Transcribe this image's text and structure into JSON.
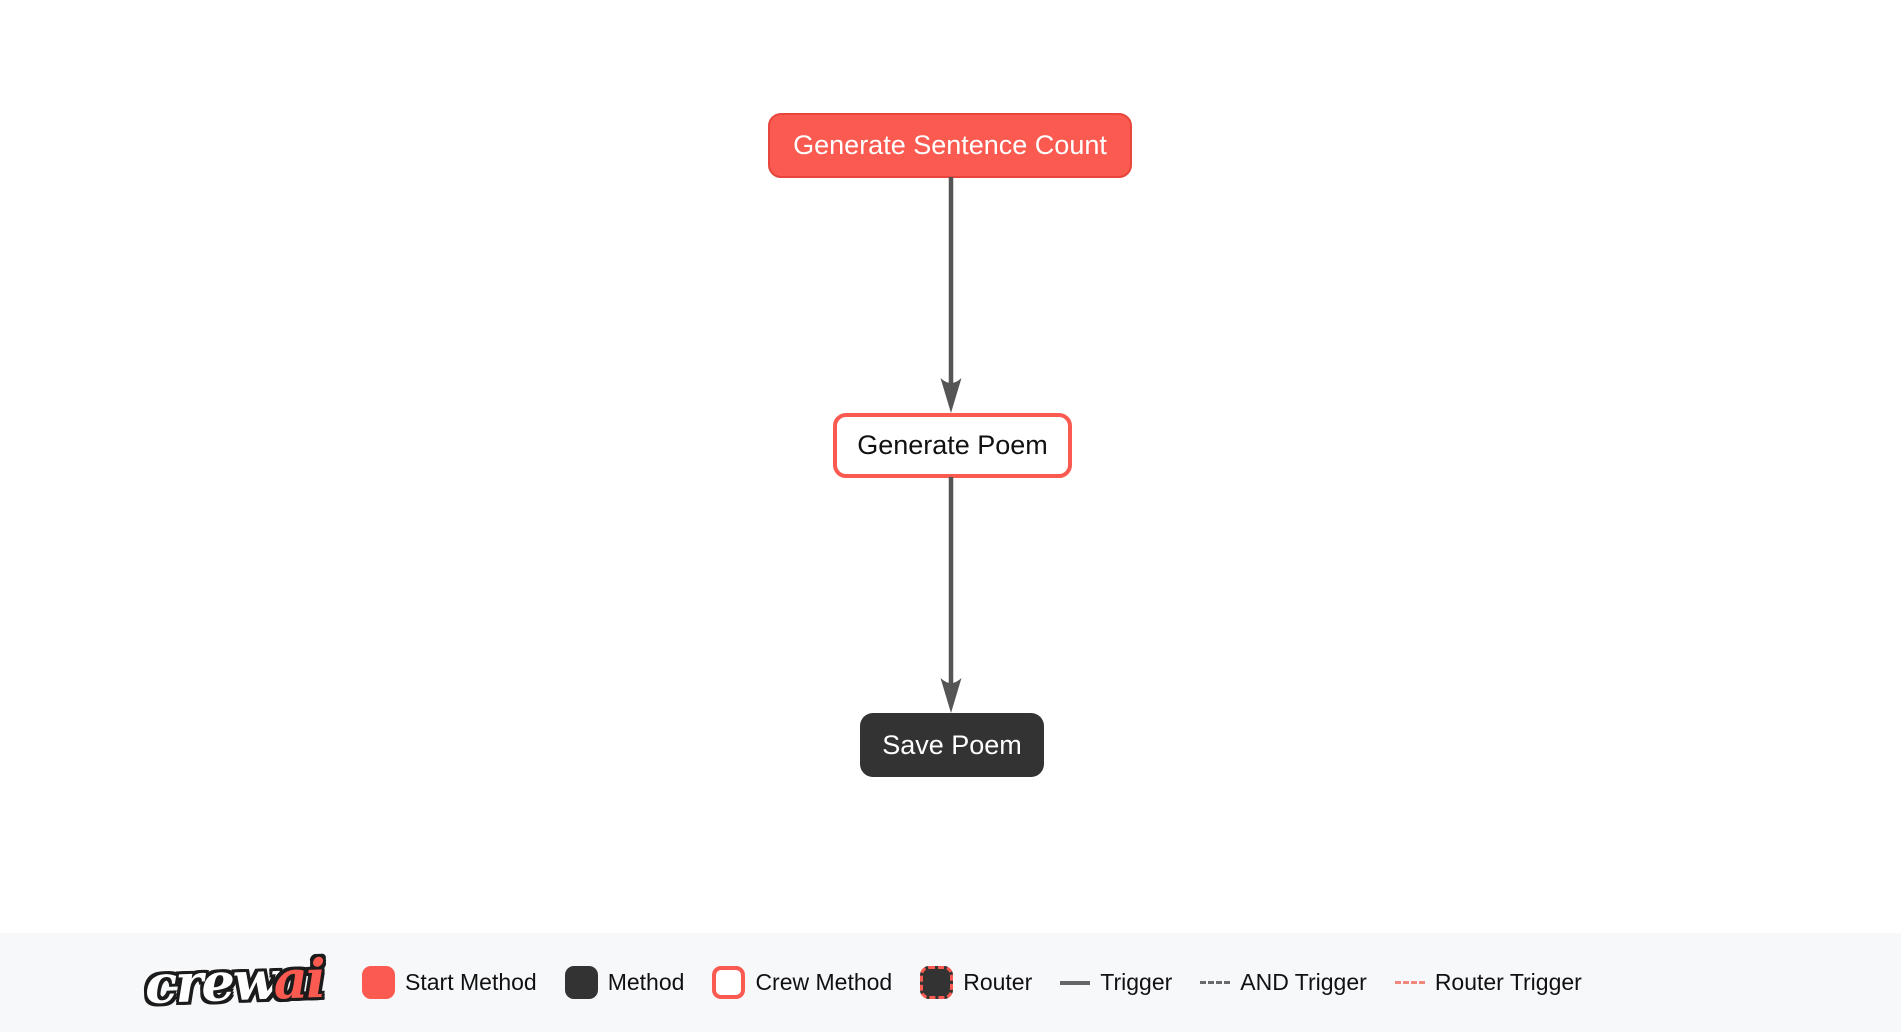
{
  "diagram": {
    "nodes": [
      {
        "label": "Generate Sentence Count",
        "type": "start-method"
      },
      {
        "label": "Generate Poem",
        "type": "crew-method"
      },
      {
        "label": "Save Poem",
        "type": "method"
      }
    ],
    "edges": [
      {
        "from": "Generate Sentence Count",
        "to": "Generate Poem",
        "type": "trigger"
      },
      {
        "from": "Generate Poem",
        "to": "Save Poem",
        "type": "trigger"
      }
    ]
  },
  "legend": {
    "logo": {
      "part1": "crew",
      "part2": "ai"
    },
    "items": [
      {
        "label": "Start Method",
        "swatch": "start"
      },
      {
        "label": "Method",
        "swatch": "method"
      },
      {
        "label": "Crew Method",
        "swatch": "crew"
      },
      {
        "label": "Router",
        "swatch": "router"
      },
      {
        "label": "Trigger",
        "swatch": "trigger-line"
      },
      {
        "label": "AND Trigger",
        "swatch": "and-trigger-line"
      },
      {
        "label": "Router Trigger",
        "swatch": "router-trigger-line"
      }
    ]
  },
  "colors": {
    "accent_red": "#fa5a50",
    "accent_red_dark": "#e8463d",
    "method_dark": "#333333",
    "edge_gray": "#555555",
    "legend_background": "#f7f8fa",
    "router_trigger_red": "#f0867c",
    "canvas_background": "#ffffff",
    "legend_text": "#111111"
  }
}
